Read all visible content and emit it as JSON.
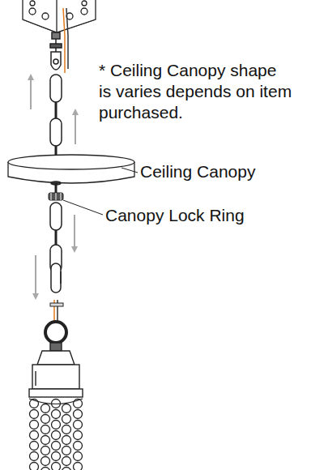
{
  "diagram": {
    "labels": [
      "* Ceiling Canopy shape is varies depends on item purchased.",
      "Ceiling Canopy",
      "Canopy Lock Ring"
    ]
  }
}
